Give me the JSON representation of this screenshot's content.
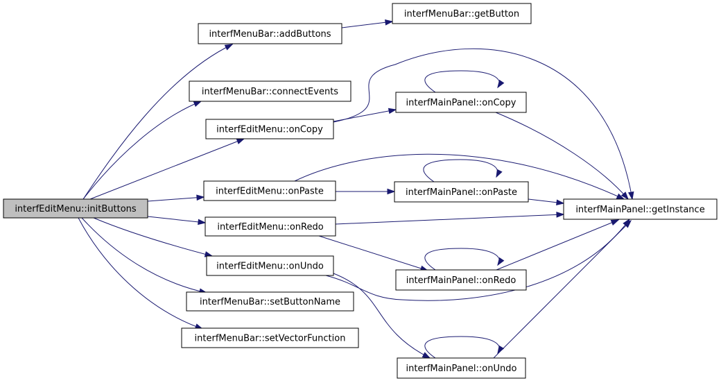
{
  "nodes": [
    {
      "id": "initButtons",
      "label": "interfEditMenu::initButtons",
      "highlighted": true
    },
    {
      "id": "addButtons",
      "label": "interfMenuBar::addButtons"
    },
    {
      "id": "getButton",
      "label": "interfMenuBar::getButton"
    },
    {
      "id": "connectEvents",
      "label": "interfMenuBar::connectEvents"
    },
    {
      "id": "emOnCopy",
      "label": "interfEditMenu::onCopy"
    },
    {
      "id": "mpOnCopy",
      "label": "interfMainPanel::onCopy"
    },
    {
      "id": "emOnPaste",
      "label": "interfEditMenu::onPaste"
    },
    {
      "id": "mpOnPaste",
      "label": "interfMainPanel::onPaste"
    },
    {
      "id": "getInstance",
      "label": "interfMainPanel::getInstance"
    },
    {
      "id": "emOnRedo",
      "label": "interfEditMenu::onRedo"
    },
    {
      "id": "mpOnRedo",
      "label": "interfMainPanel::onRedo"
    },
    {
      "id": "emOnUndo",
      "label": "interfEditMenu::onUndo"
    },
    {
      "id": "mpOnUndo",
      "label": "interfMainPanel::onUndo"
    },
    {
      "id": "setButtonName",
      "label": "interfMenuBar::setButtonName"
    },
    {
      "id": "setVectorFunction",
      "label": "interfMenuBar::setVectorFunction"
    }
  ],
  "edges": [
    {
      "from": "initButtons",
      "to": "addButtons"
    },
    {
      "from": "addButtons",
      "to": "getButton"
    },
    {
      "from": "initButtons",
      "to": "connectEvents"
    },
    {
      "from": "initButtons",
      "to": "emOnCopy"
    },
    {
      "from": "emOnCopy",
      "to": "getInstance"
    },
    {
      "from": "emOnCopy",
      "to": "mpOnCopy"
    },
    {
      "from": "mpOnCopy",
      "to": "getInstance"
    },
    {
      "from": "mpOnCopy",
      "to": "mpOnCopy"
    },
    {
      "from": "initButtons",
      "to": "emOnPaste"
    },
    {
      "from": "emOnPaste",
      "to": "getInstance"
    },
    {
      "from": "emOnPaste",
      "to": "mpOnPaste"
    },
    {
      "from": "mpOnPaste",
      "to": "getInstance"
    },
    {
      "from": "mpOnPaste",
      "to": "mpOnPaste"
    },
    {
      "from": "initButtons",
      "to": "emOnRedo"
    },
    {
      "from": "emOnRedo",
      "to": "getInstance"
    },
    {
      "from": "emOnRedo",
      "to": "mpOnRedo"
    },
    {
      "from": "mpOnRedo",
      "to": "getInstance"
    },
    {
      "from": "mpOnRedo",
      "to": "mpOnRedo"
    },
    {
      "from": "initButtons",
      "to": "emOnUndo"
    },
    {
      "from": "emOnUndo",
      "to": "getInstance"
    },
    {
      "from": "emOnUndo",
      "to": "mpOnUndo"
    },
    {
      "from": "mpOnUndo",
      "to": "getInstance"
    },
    {
      "from": "mpOnUndo",
      "to": "mpOnUndo"
    },
    {
      "from": "initButtons",
      "to": "setButtonName"
    },
    {
      "from": "initButtons",
      "to": "setVectorFunction"
    }
  ],
  "colors": {
    "edge": "#191970",
    "node_fill": "#ffffff",
    "highlighted_fill": "#bfbfbf",
    "node_border": "#000000"
  }
}
